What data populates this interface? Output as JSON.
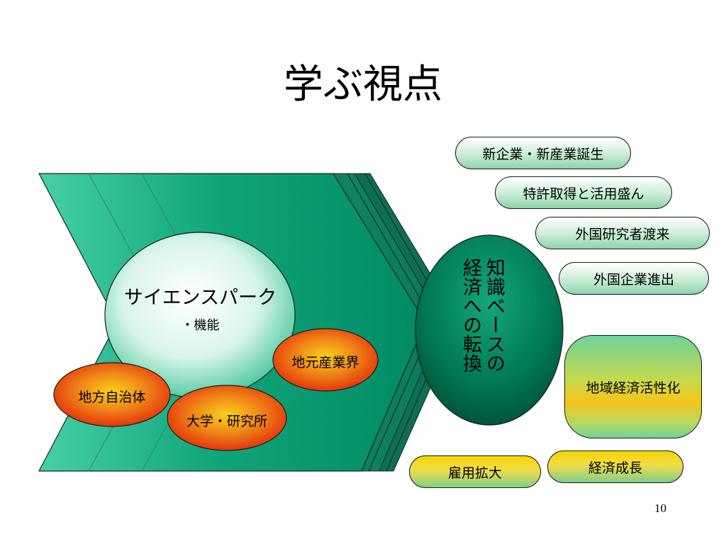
{
  "title": "学ぶ視点",
  "science_park": {
    "title": "サイエンスパーク",
    "subtitle": "・機能"
  },
  "actors": {
    "local_government": "地方自治体",
    "university": "大学・研究所",
    "local_industry": "地元産業界"
  },
  "knowledge_economy": {
    "col1": "知識ベースの",
    "col2": "経済への転換"
  },
  "outcomes": {
    "new_industry": "新企業・新産業誕生",
    "patents": "特許取得と活用盛ん",
    "foreign_researchers": "外国研究者渡来",
    "foreign_companies": "外国企業進出",
    "regional_revitalization": "地域経済活性化",
    "employment": "雇用拡大",
    "economic_growth": "経済成長"
  },
  "page_number": "10",
  "colors": {
    "arrow_dark": "#00906a",
    "arrow_light": "#45cfa4",
    "oval_dark": "#00664a",
    "red_ellipse": "#e8310c",
    "orange_ellipse": "#f59a1e"
  }
}
